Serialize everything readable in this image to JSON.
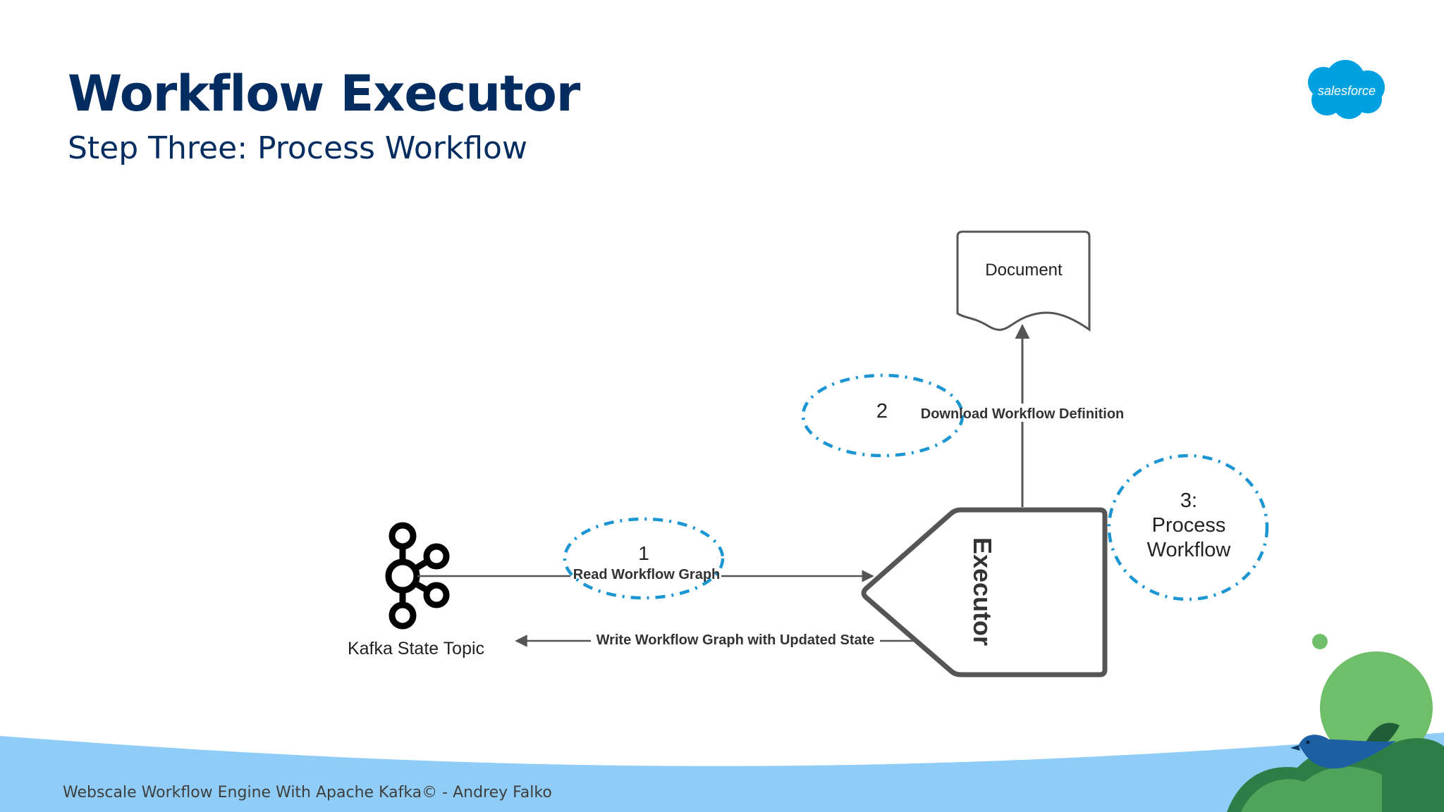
{
  "slide": {
    "title": "Workflow Executor",
    "subtitle": "Step Three: Process Workflow",
    "footer": "Webscale Workflow Engine With Apache Kafka© - Andrey Falko",
    "logo_text": "salesforce"
  },
  "diagram": {
    "nodes": {
      "document": "Document",
      "executor": "Executor",
      "kafka": "Kafka State Topic"
    },
    "steps": {
      "step1": "1",
      "step2": "2",
      "step3_line1": "3:",
      "step3_line2": "Process",
      "step3_line3": "Workflow"
    },
    "edges": {
      "read": "Read Workflow Graph",
      "download": "Download Workflow Definition",
      "write": "Write Workflow Graph with Updated State"
    }
  },
  "colors": {
    "title": "#032d60",
    "accent_dash": "#1b96d3",
    "brand_blue": "#00a1e0",
    "wave": "#8fcdf8",
    "line": "#555555"
  },
  "icons": [
    "kafka-icon",
    "salesforce-cloud-icon",
    "bird-illustration",
    "plant-illustration"
  ]
}
